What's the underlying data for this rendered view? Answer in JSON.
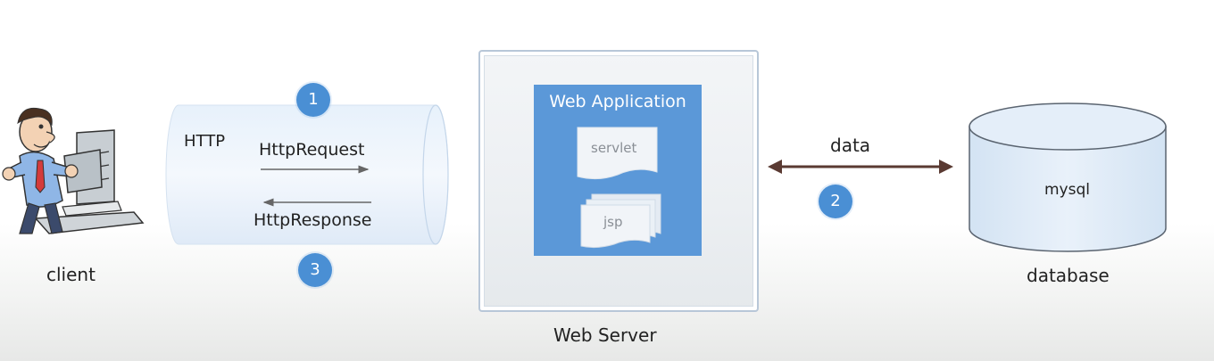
{
  "client": {
    "label": "client"
  },
  "http": {
    "label": "HTTP",
    "request_label": "HttpRequest",
    "response_label": "HttpResponse"
  },
  "steps": {
    "one": "1",
    "two": "2",
    "three": "3"
  },
  "server": {
    "label": "Web Server",
    "app_title": "Web Application",
    "servlet_label": "servlet",
    "jsp_label": "jsp"
  },
  "link": {
    "data_label": "data"
  },
  "database": {
    "label": "database",
    "name": "mysql"
  },
  "colors": {
    "accent_blue": "#5b98d8",
    "badge_blue": "#4a8fd4",
    "pipe_fill": "#e3eefa",
    "arrow_dark": "#5a3a32"
  }
}
